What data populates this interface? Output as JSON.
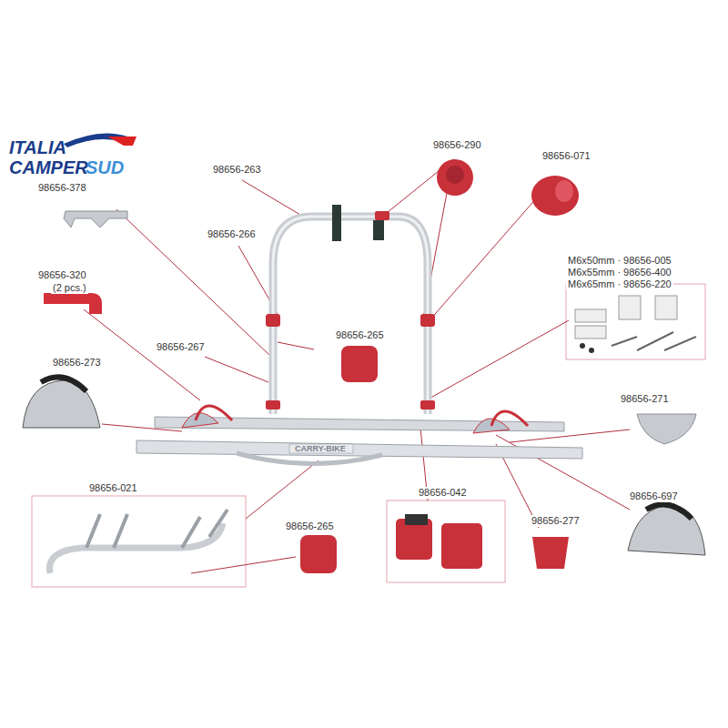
{
  "diagram": {
    "labels": [
      "ITALIA",
      "CAMPER",
      "SUD",
      "98656-378",
      "98656-263",
      "98656-290",
      "98656-071",
      "98656-266",
      "M6x50mm · 98656-005",
      "M6x55mm · 98656-400",
      "M6x65mm · 98656-220",
      "98656-320",
      "(2 pcs.)",
      "98656-267",
      "98656-265",
      "98656-273",
      "98656-271",
      "98656-021",
      "98656-042",
      "98656-265",
      "98656-277",
      "98656-697",
      "CARRY-BIKE"
    ]
  }
}
